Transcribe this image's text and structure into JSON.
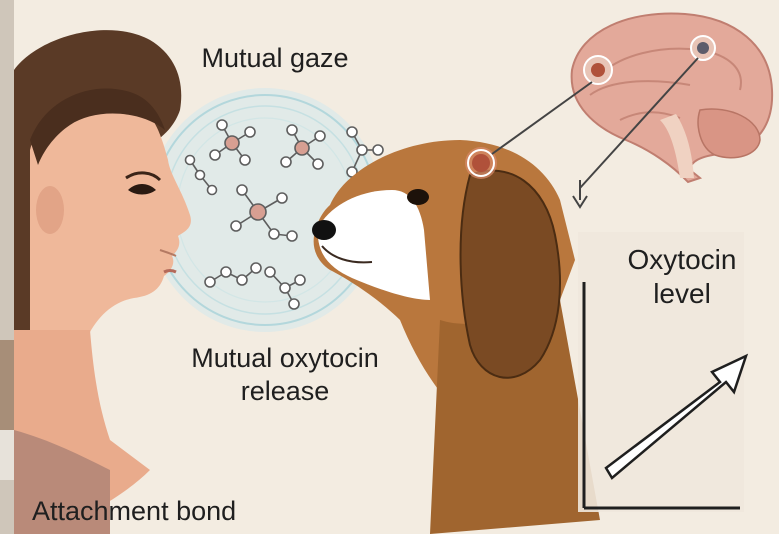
{
  "labels": {
    "mutual_gaze": "Mutual gaze",
    "mutual_oxytocin_release_line1": "Mutual oxytocin",
    "mutual_oxytocin_release_line2": "release",
    "attachment_bond": "Attachment bond",
    "oxytocin_level_line1": "Oxytocin",
    "oxytocin_level_line2": "level"
  },
  "icons": {
    "woman": "woman-profile-icon",
    "dog": "beagle-head-icon",
    "brain": "brain-icon",
    "molecules": "oxytocin-molecule-icon",
    "trend": "up-arrow-icon"
  },
  "colors": {
    "background": "#f3ece1",
    "skin": "#efb89a",
    "hair": "#5a3a26",
    "dog_brown": "#b9773d",
    "brain_pink": "#e3a99a",
    "glow": "#a8d2d8",
    "molecule_node": "#d79f92"
  }
}
